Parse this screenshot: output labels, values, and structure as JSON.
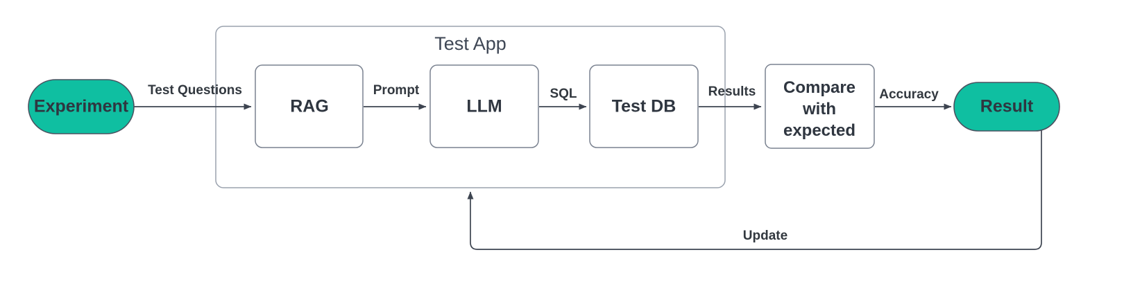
{
  "diagram": {
    "title": "Test App",
    "colors": {
      "terminal_fill": "#0fbfa1",
      "terminal_stroke": "#3d4450",
      "box_fill": "#ffffff",
      "box_stroke": "#7a8290",
      "group_stroke": "#9aa2ae",
      "edge_stroke": "#3d4450",
      "text": "#2f3640",
      "background": "#ffffff"
    },
    "group": {
      "label": "Test App"
    },
    "nodes": {
      "experiment": {
        "label": "Experiment",
        "shape": "stadium"
      },
      "rag": {
        "label": "RAG",
        "shape": "rounded-rect"
      },
      "llm": {
        "label": "LLM",
        "shape": "rounded-rect"
      },
      "test_db": {
        "label": "Test DB",
        "shape": "rounded-rect"
      },
      "compare": {
        "label": "Compare with expected",
        "line1": "Compare",
        "line2": "with",
        "line3": "expected",
        "shape": "rounded-rect"
      },
      "result": {
        "label": "Result",
        "shape": "stadium"
      }
    },
    "edges": [
      {
        "id": "experiment-to-rag",
        "label": "Test Questions",
        "from": "experiment",
        "to": "rag"
      },
      {
        "id": "rag-to-llm",
        "label": "Prompt",
        "from": "rag",
        "to": "llm"
      },
      {
        "id": "llm-to-testdb",
        "label": "SQL",
        "from": "llm",
        "to": "test_db"
      },
      {
        "id": "testdb-to-compare",
        "label": "Results",
        "from": "test_db",
        "to": "compare"
      },
      {
        "id": "compare-to-result",
        "label": "Accuracy",
        "from": "compare",
        "to": "result"
      },
      {
        "id": "result-to-testapp",
        "label": "Update",
        "from": "result",
        "to": "group"
      }
    ]
  }
}
